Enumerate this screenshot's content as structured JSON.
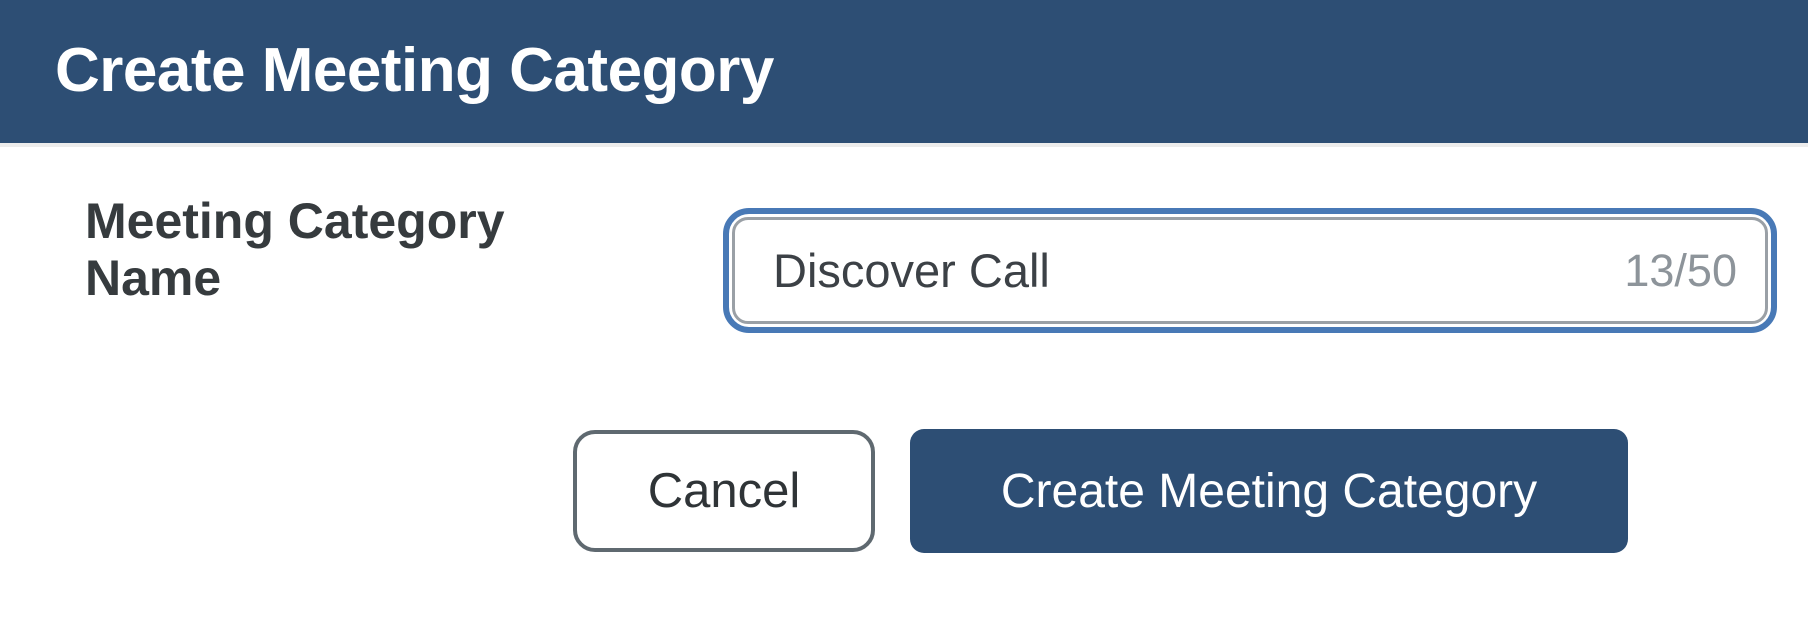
{
  "colors": {
    "header_bg": "#2d4e74",
    "divider": "#ececec",
    "title_text": "#ffffff",
    "label_text": "#363b3e",
    "focus_ring": "#4879b6",
    "input_border": "#9aa0a6",
    "input_text": "#3c4146",
    "counter_text": "#8d949a",
    "cancel_border": "#5f6970",
    "cancel_text": "#2f3437",
    "button_primary_bg": "#2d4e74",
    "button_primary_text": "#ffffff"
  },
  "header": {
    "title": "Create Meeting Category"
  },
  "form": {
    "field": {
      "label": "Meeting Category Name",
      "value": "Discover Call",
      "char_counter": "13/50"
    }
  },
  "actions": {
    "cancel_label": "Cancel",
    "submit_label": "Create Meeting Category"
  }
}
